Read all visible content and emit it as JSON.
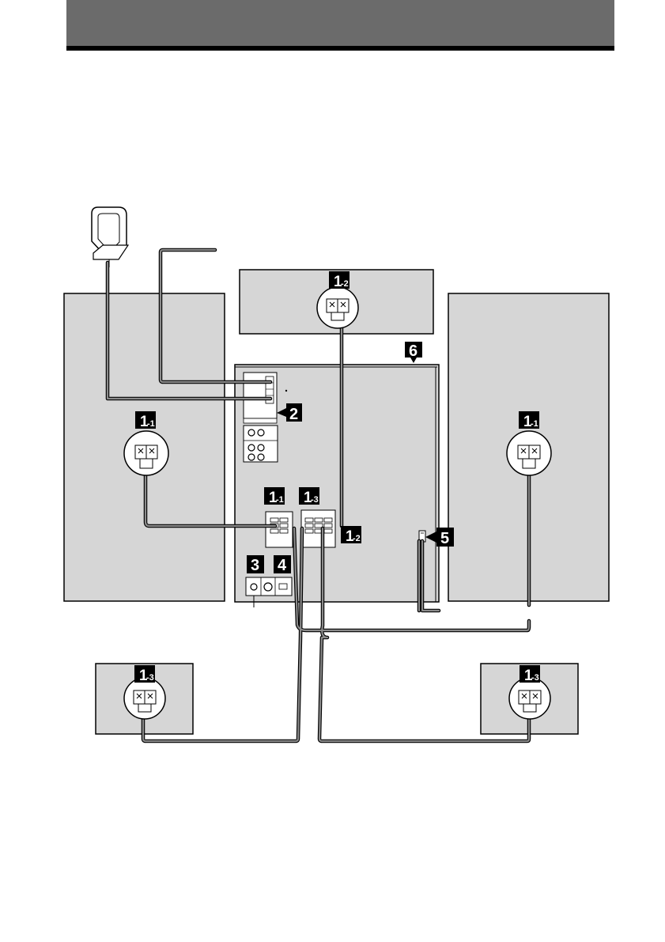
{
  "header": {
    "title": "",
    "bar_color": "#6b6b6b",
    "rule_color": "#000000"
  },
  "colors": {
    "panel": "#d6d6d6",
    "cable": "#6e6e6e",
    "ink": "#000000"
  },
  "callouts": {
    "antenna": "2",
    "antenna_jack": "3",
    "video_jack": "4",
    "power_cord": "5",
    "unit": "6"
  },
  "badges": {
    "front": {
      "main": "1",
      "sub": "-1"
    },
    "center": {
      "main": "1",
      "sub": "-2"
    },
    "surround": {
      "main": "1",
      "sub": "-3"
    }
  },
  "icons": [
    "loop-antenna-icon",
    "speaker-terminal-icon",
    "power-plug-icon"
  ]
}
